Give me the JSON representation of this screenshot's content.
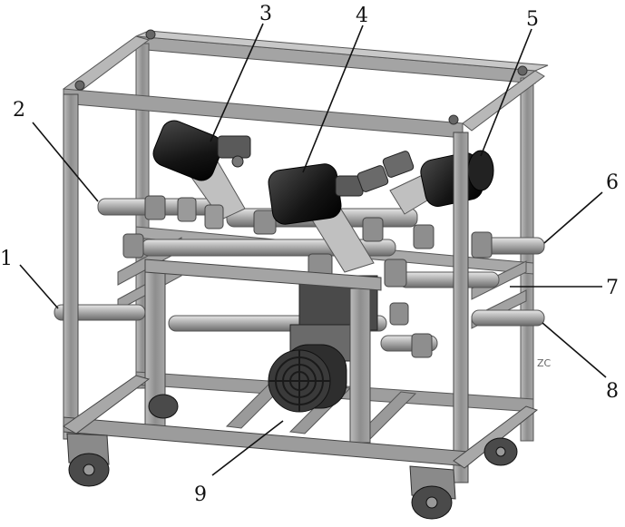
{
  "diagram": {
    "callouts": [
      {
        "id": "1",
        "label": "1"
      },
      {
        "id": "2",
        "label": "2"
      },
      {
        "id": "3",
        "label": "3"
      },
      {
        "id": "4",
        "label": "4"
      },
      {
        "id": "5",
        "label": "5"
      },
      {
        "id": "6",
        "label": "6"
      },
      {
        "id": "7",
        "label": "7"
      },
      {
        "id": "8",
        "label": "8"
      },
      {
        "id": "9",
        "label": "9"
      }
    ],
    "axis_mark": "ZC"
  },
  "colors": {
    "frame": "#9a9a9a",
    "frame_dark": "#6e6e6e",
    "pipe": "#b4b4b4",
    "valve": "#1a1a1a",
    "pump": "#3a3a3a",
    "wheel": "#4a4a4a"
  }
}
